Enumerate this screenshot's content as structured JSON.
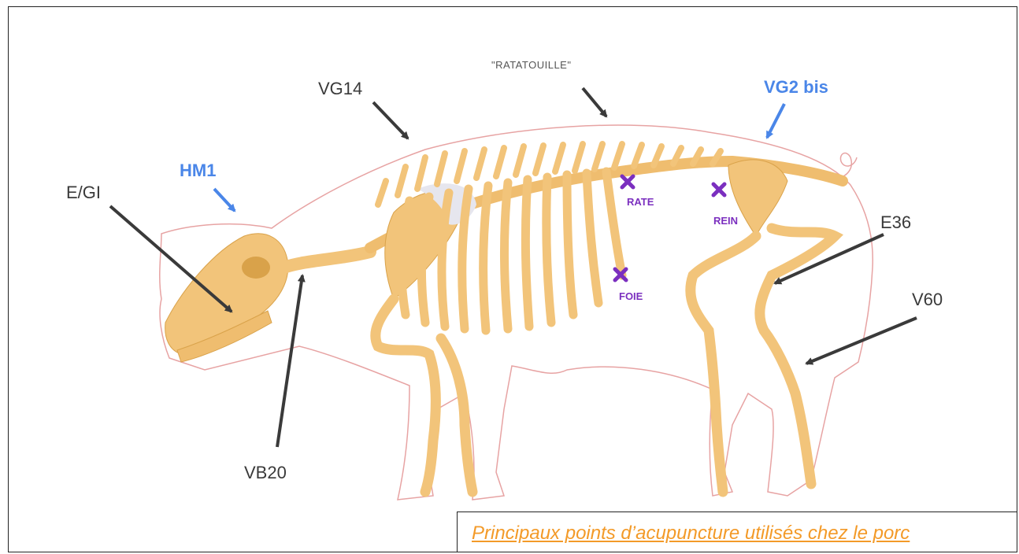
{
  "labels": {
    "ratatouille": "\"RATATOUILLE\"",
    "vg14": "VG14",
    "vg2bis": "VG2 bis",
    "hm1": "HM1",
    "egi": "E/GI",
    "e36": "E36",
    "v60": "V60",
    "vb20": "VB20"
  },
  "organs": {
    "rate": "RATE",
    "rein": "REIN",
    "foie": "FOIE"
  },
  "caption": "Principaux points d’acupuncture utilisés chez le porc",
  "colors": {
    "label_dark": "#3a3a3a",
    "label_blue": "#4a86e8",
    "organ_purple": "#7b2fbf",
    "bone": "#f2c47a",
    "outline": "#e7a3a3",
    "caption": "#f39a28"
  }
}
